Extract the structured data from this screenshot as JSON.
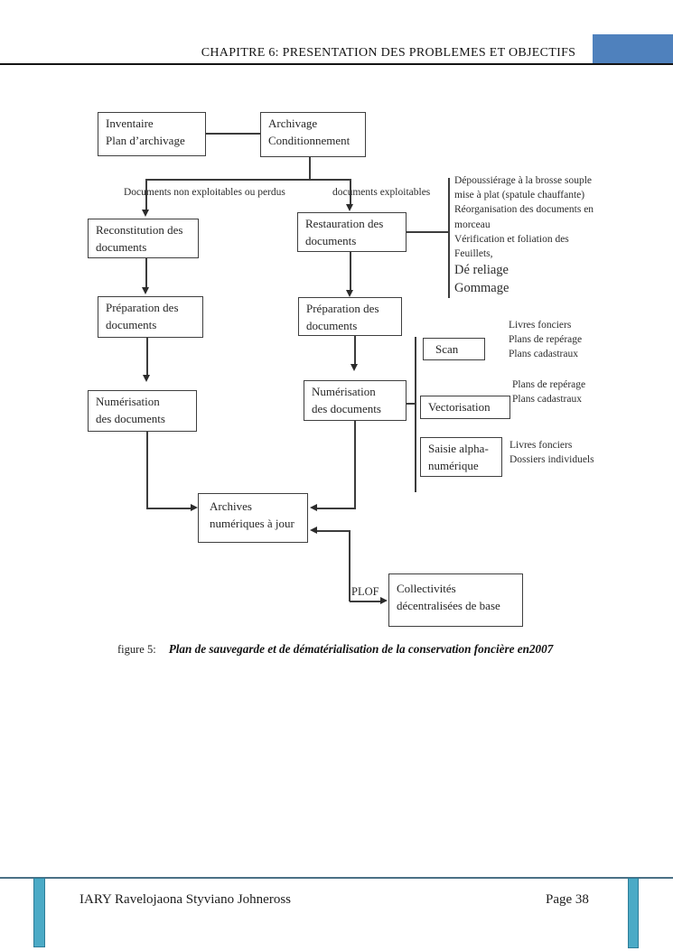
{
  "header": {
    "title": "CHAPITRE 6: PRESENTATION DES PROBLEMES ET OBJECTIFS",
    "accent_color": "#4f81bd"
  },
  "diagram": {
    "nodes": {
      "inventaire": "Inventaire\nPlan d’archivage",
      "archivage": "Archivage\nConditionnement",
      "reconstitution": "Reconstitution des\ndocuments",
      "restauration": "Restauration des\ndocuments",
      "preparation_gauche": "Préparation des\ndocuments",
      "preparation_droite": "Préparation des\ndocuments",
      "numerisation_gauche": "Numérisation\ndes documents",
      "numerisation_droite": "Numérisation\ndes documents",
      "scan": "Scan",
      "vectorisation": "Vectorisation",
      "saisie": "Saisie alpha-\nnumérique",
      "archives": "Archives\nnumériques à jour",
      "collectivites": "Collectivités\ndécentralisées de base"
    },
    "branch_labels": {
      "gauche": "Documents non exploitables ou perdus",
      "droite": "documents exploitables"
    },
    "restauration_details": [
      "Dépoussiérage à la brosse souple",
      "mise à plat (spatule chauffante)",
      "Réorganisation des documents en",
      "morceau",
      "Vérification et foliation des",
      "Feuillets,"
    ],
    "restauration_details_large": [
      "Dé reliage",
      "Gommage"
    ],
    "scan_sorties": [
      "Livres fonciers",
      "Plans de repérage",
      "Plans cadastraux"
    ],
    "vectorisation_sorties": [
      "Plans de repérage",
      "Plans cadastraux"
    ],
    "saisie_sorties": [
      "Livres fonciers",
      "Dossiers individuels"
    ],
    "plof_label": "PLOF"
  },
  "caption": {
    "label": "figure 5:",
    "text": "Plan de sauvegarde et de dématérialisation de la conservation foncière en2007"
  },
  "footer": {
    "author": "IARY Ravelojaona Styviano Johneross",
    "page": "Page 38",
    "accent_color": "#4baac6"
  }
}
